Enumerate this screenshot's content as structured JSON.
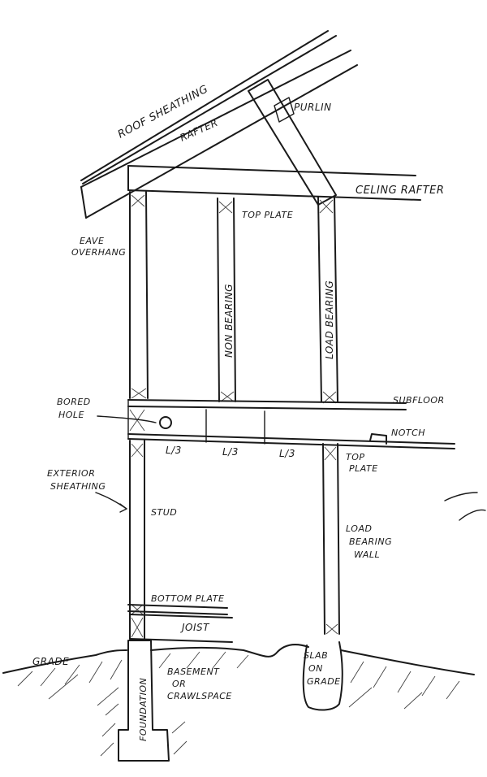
{
  "labels": {
    "roof_sheathing": "ROOF SHEATHING",
    "rafter": "RAFTER",
    "purlin": "PURLIN",
    "ceiling_rafter": "CELING RAFTER",
    "top_plate_upper": "TOP PLATE",
    "eave_overhang_1": "EAVE",
    "eave_overhang_2": "OVERHANG",
    "non_bearing": "NON BEARING",
    "load_bearing_upper": "LOAD BEARING",
    "bored_hole_1": "BORED",
    "bored_hole_2": "HOLE",
    "subfloor": "SUBFLOOR",
    "notch": "NOTCH",
    "l3_a": "L/3",
    "l3_b": "L/3",
    "l3_c": "L/3",
    "top_plate_lower_1": "TOP",
    "top_plate_lower_2": "PLATE",
    "exterior_sheathing_1": "EXTERIOR",
    "exterior_sheathing_2": "SHEATHING",
    "stud": "STUD",
    "load_bearing_wall_1": "LOAD",
    "load_bearing_wall_2": "BEARING",
    "load_bearing_wall_3": "WALL",
    "bottom_plate": "BOTTOM PLATE",
    "joist": "JOIST",
    "grade": "GRADE",
    "foundation": "FOUNDATION",
    "basement_1": "BASEMENT",
    "basement_2": "OR",
    "basement_3": "CRAWLSPACE",
    "slab_1": "SLAB",
    "slab_2": "ON",
    "slab_3": "GRADE"
  }
}
